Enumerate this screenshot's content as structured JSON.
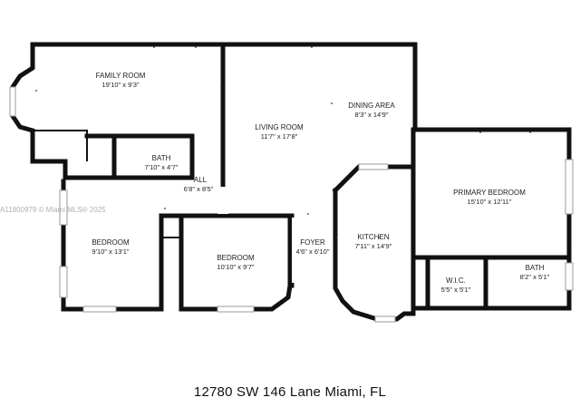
{
  "address": "12780 SW 146 Lane Miami, FL",
  "watermark": "A11800979 © Miami MLS® 2025",
  "rooms": {
    "family_room": {
      "name": "FAMILY ROOM",
      "dims": "19'10\" x 9'3\""
    },
    "dining_area": {
      "name": "DINING AREA",
      "dims": "8'3\" x 14'9\""
    },
    "living_room": {
      "name": "LIVING ROOM",
      "dims": "11'7\" x 17'8\""
    },
    "bath_1": {
      "name": "BATH",
      "dims": "7'10\" x 4'7\""
    },
    "hall": {
      "name": "ALL",
      "dims": "6'8\" x 8'5\""
    },
    "primary_bedroom": {
      "name": "PRIMARY BEDROOM",
      "dims": "15'10\" x 12'11\""
    },
    "bedroom_1": {
      "name": "BEDROOM",
      "dims": "9'10\" x 13'1\""
    },
    "bedroom_2": {
      "name": "BEDROOM",
      "dims": "10'10\" x 9'7\""
    },
    "foyer": {
      "name": "FOYER",
      "dims": "4'6\" x 6'10\""
    },
    "kitchen": {
      "name": "KITCHEN",
      "dims": "7'11\" x 14'9\""
    },
    "wic": {
      "name": "W.I.C.",
      "dims": "5'5\" x 5'1\""
    },
    "bath_2": {
      "name": "BATH",
      "dims": "8'2\" x 5'1\""
    }
  }
}
